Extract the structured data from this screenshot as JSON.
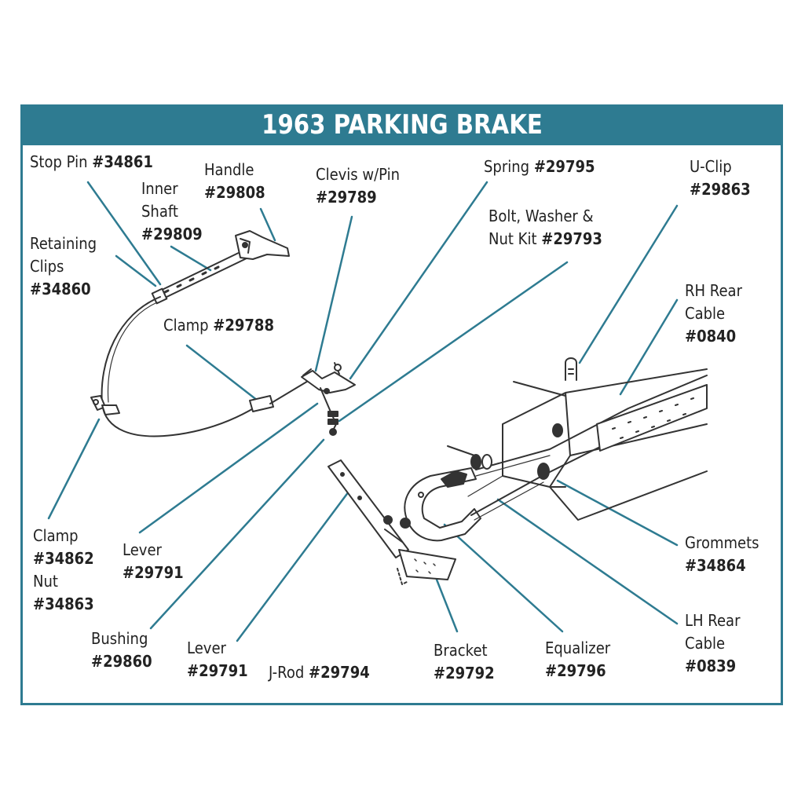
{
  "title": "1963 PARKING BRAKE",
  "colors": {
    "accent": "#2e7b91",
    "leader": "#2e7b91",
    "drawing": "#333333"
  },
  "parts": [
    {
      "id": "stop-pin",
      "lines": [
        {
          "text": "Stop Pin ",
          "num": "#34861"
        }
      ]
    },
    {
      "id": "handle",
      "lines": [
        {
          "text": "Handle"
        },
        {
          "num": "#29808"
        }
      ]
    },
    {
      "id": "inner-shaft",
      "lines": [
        {
          "text": "Inner"
        },
        {
          "text": "Shaft"
        },
        {
          "num": "#29809"
        }
      ]
    },
    {
      "id": "retaining-clips",
      "lines": [
        {
          "text": "Retaining"
        },
        {
          "text": "Clips"
        },
        {
          "num": "#34860"
        }
      ]
    },
    {
      "id": "clevis",
      "lines": [
        {
          "text": "Clevis w/Pin"
        },
        {
          "num": "#29789"
        }
      ]
    },
    {
      "id": "spring",
      "lines": [
        {
          "text": "Spring ",
          "num": "#29795"
        }
      ]
    },
    {
      "id": "u-clip",
      "lines": [
        {
          "text": "U-Clip"
        },
        {
          "num": "#29863"
        }
      ]
    },
    {
      "id": "bolt-kit",
      "lines": [
        {
          "text": "Bolt, Washer &"
        },
        {
          "text": "Nut Kit ",
          "num": "#29793"
        }
      ]
    },
    {
      "id": "rh-rear-cable",
      "lines": [
        {
          "text": "RH Rear"
        },
        {
          "text": "Cable"
        },
        {
          "num": "#0840"
        }
      ]
    },
    {
      "id": "clamp-upper",
      "lines": [
        {
          "text": "Clamp ",
          "num": "#29788"
        }
      ]
    },
    {
      "id": "clamp-nut",
      "lines": [
        {
          "text": "Clamp"
        },
        {
          "num": "#34862"
        },
        {
          "text": "Nut"
        },
        {
          "num": "#34863"
        }
      ]
    },
    {
      "id": "lever-upper",
      "lines": [
        {
          "text": "Lever"
        },
        {
          "num": "#29791"
        }
      ]
    },
    {
      "id": "bushing",
      "lines": [
        {
          "text": "Bushing"
        },
        {
          "num": "#29860"
        }
      ]
    },
    {
      "id": "lever-lower",
      "lines": [
        {
          "text": "Lever"
        },
        {
          "num": "#29791"
        }
      ]
    },
    {
      "id": "j-rod",
      "lines": [
        {
          "text": "J-Rod ",
          "num": "#29794"
        }
      ]
    },
    {
      "id": "bracket",
      "lines": [
        {
          "text": "Bracket"
        },
        {
          "num": "#29792"
        }
      ]
    },
    {
      "id": "equalizer",
      "lines": [
        {
          "text": "Equalizer"
        },
        {
          "num": "#29796"
        }
      ]
    },
    {
      "id": "grommets",
      "lines": [
        {
          "text": "Grommets"
        },
        {
          "num": "#34864"
        }
      ]
    },
    {
      "id": "lh-rear-cable",
      "lines": [
        {
          "text": "LH Rear"
        },
        {
          "text": "Cable"
        },
        {
          "num": "#0839"
        }
      ]
    }
  ]
}
